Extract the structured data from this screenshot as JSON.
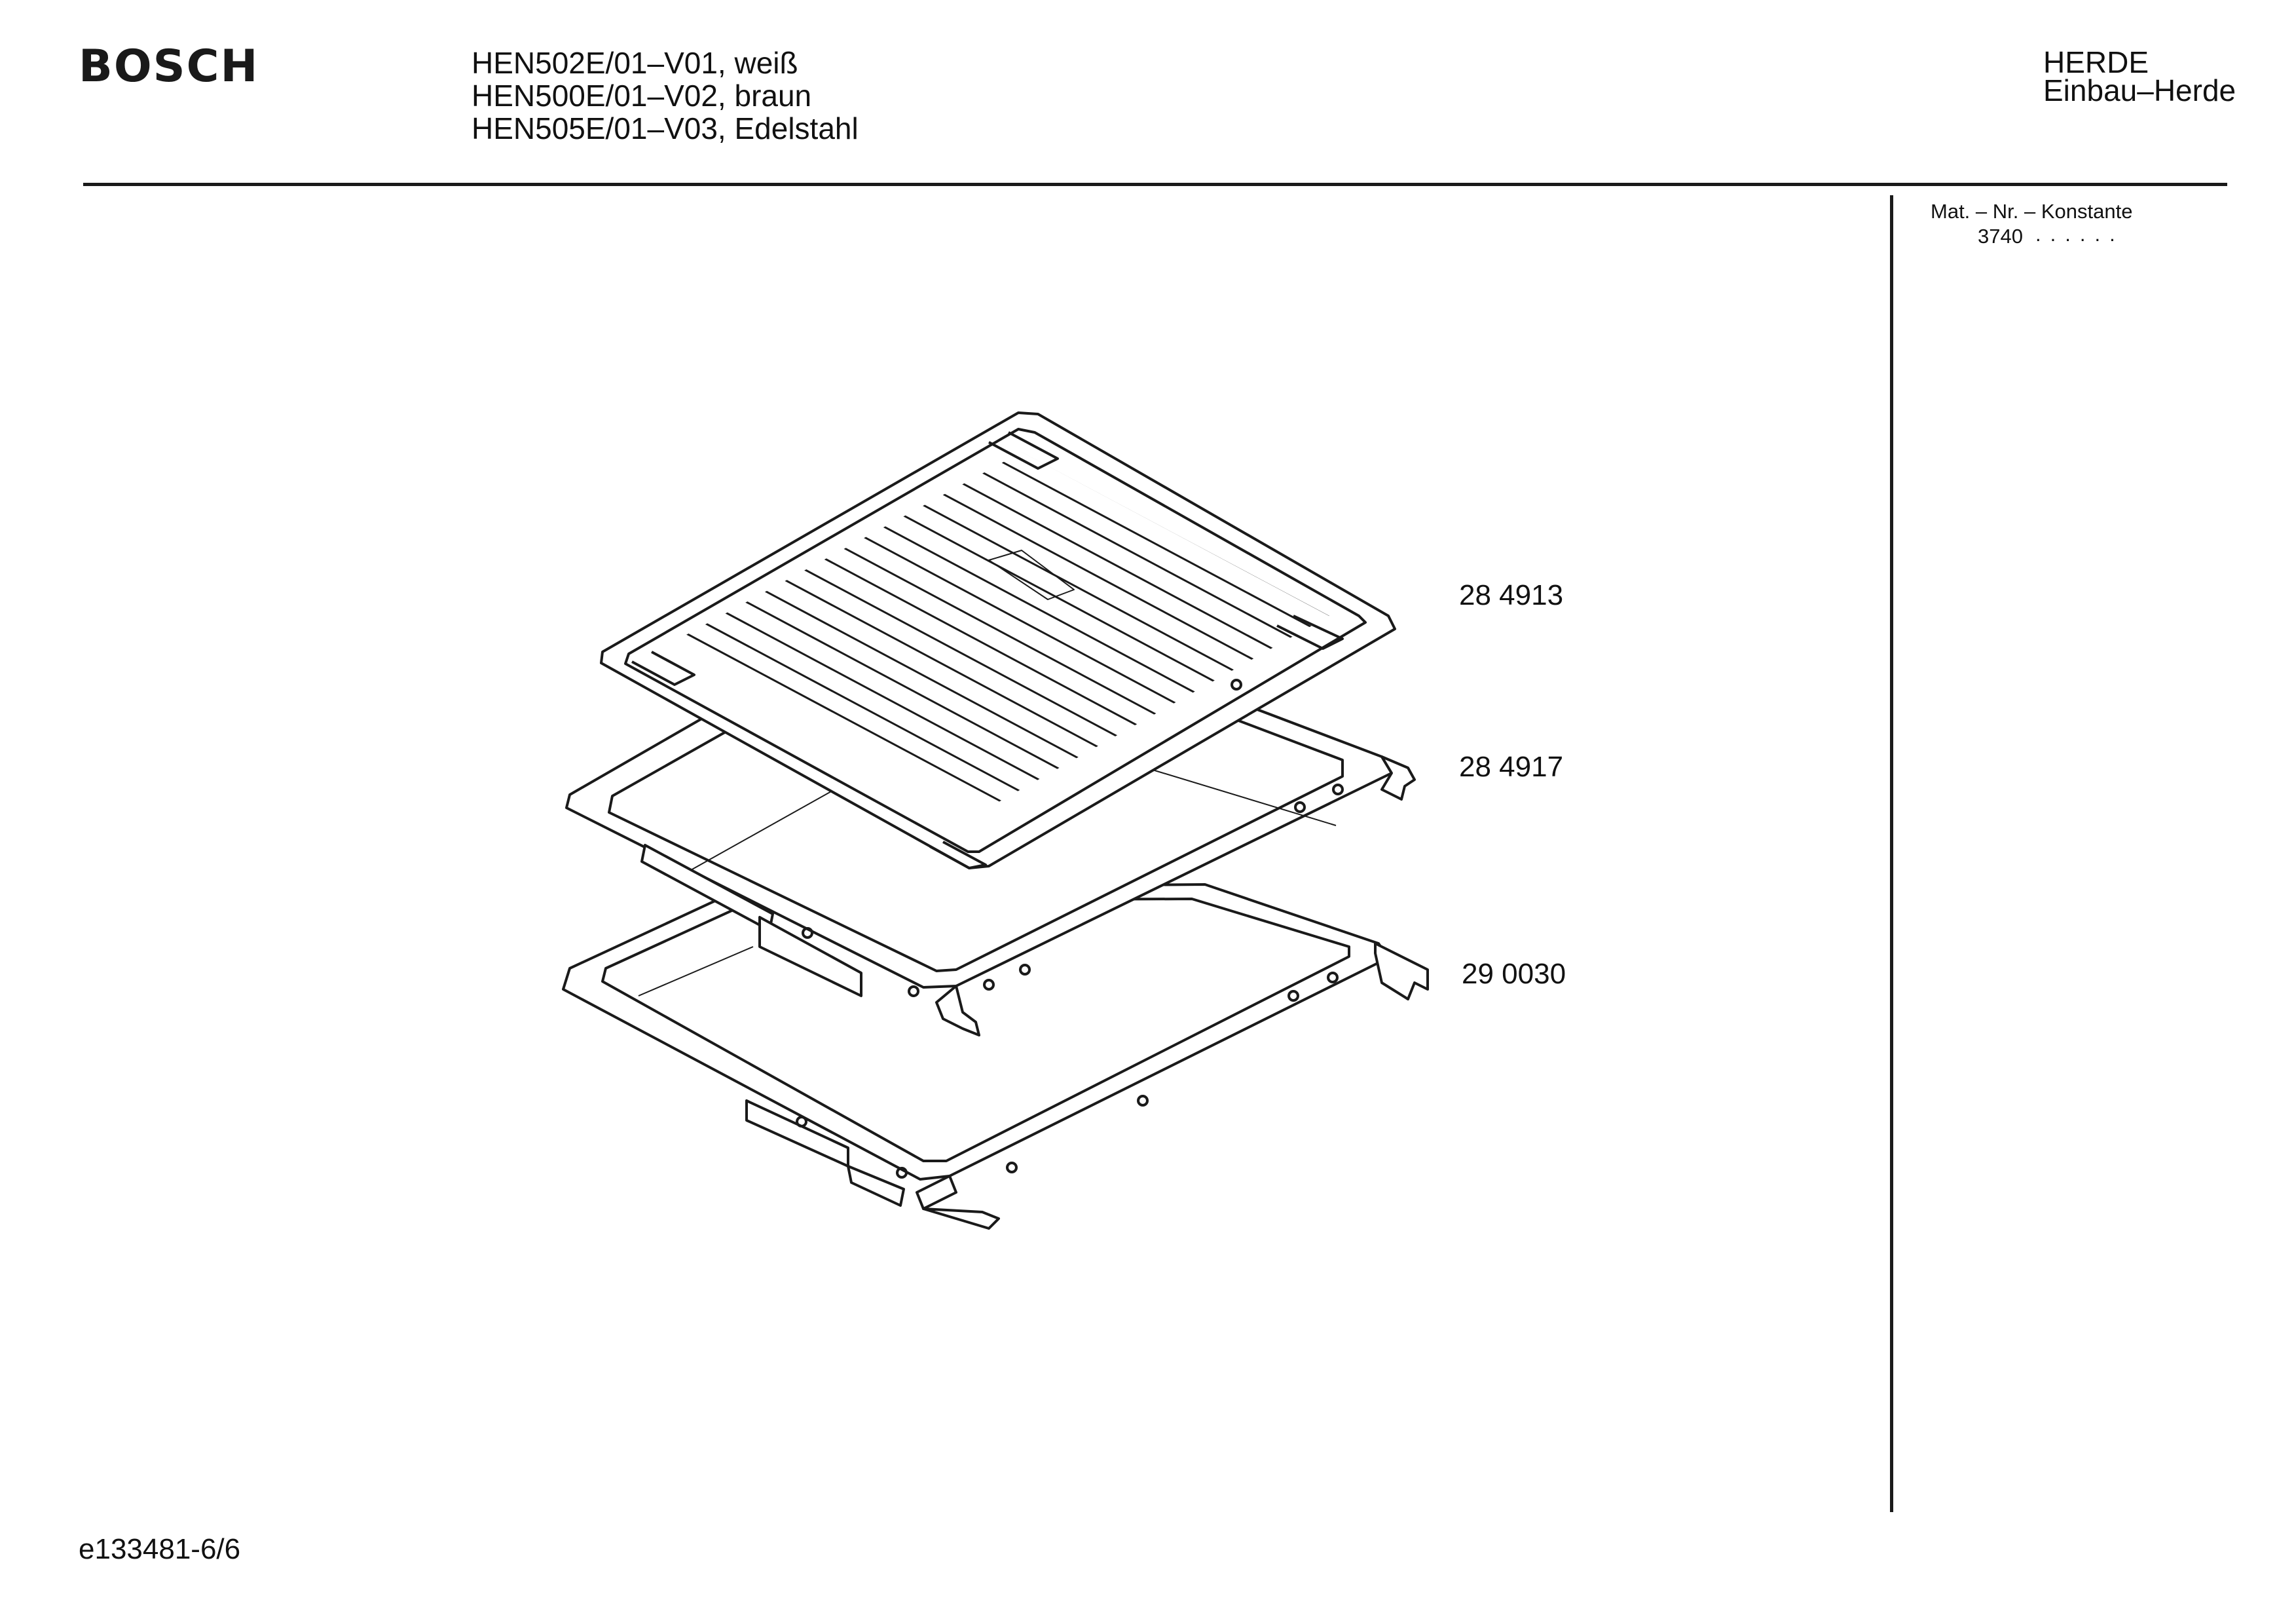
{
  "header": {
    "brand": "BOSCH",
    "models": [
      "HEN502E/01–V01, weiß",
      "HEN500E/01–V02, braun",
      "HEN505E/01–V03, Edelstahl"
    ],
    "category": "HERDE",
    "subcategory": "Einbau–Herde"
  },
  "sidebar": {
    "mat_label": "Mat. – Nr. – Konstante",
    "mat_value": "3740",
    "mat_dots": "......"
  },
  "parts": [
    {
      "number": "28 4913",
      "icon": "oven-grid-rack-icon"
    },
    {
      "number": "28 4917",
      "icon": "baking-tray-icon"
    },
    {
      "number": "29 0030",
      "icon": "drip-pan-icon"
    }
  ],
  "footer": {
    "drawing_id": "e133481-6/6"
  },
  "colors": {
    "ink": "#1a1a1a",
    "paper": "#ffffff"
  }
}
